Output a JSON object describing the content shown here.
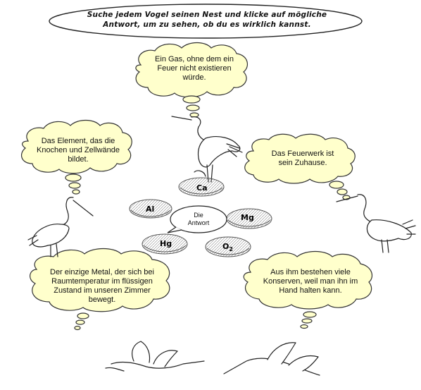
{
  "instruction": {
    "line1": "Suche jedem Vogel seinen Nest und klicke auf mögliche",
    "line2": "Antwort, um zu sehen, ob du es wirklich kannst."
  },
  "clues": {
    "top": {
      "l1": "Ein Gas, ohne dem ein",
      "l2": "Feuer nicht existieren",
      "l3": "würde."
    },
    "left": {
      "l1": "Das Element, das die",
      "l2": "Knochen und Zellwände",
      "l3": "bildet."
    },
    "right": {
      "l1": "Das Feuerwerk ist",
      "l2": "sein Zuhause."
    },
    "bottom_left": {
      "l1": "Der einzige Metal, der sich bei",
      "l2": "Raumtemperatur im flüssigen",
      "l3": "Zustand im unseren Zimmer",
      "l4": "bewegt."
    },
    "bottom_right": {
      "l1": "Aus ihm bestehen viele",
      "l2": "Konserven, weil man ihn im",
      "l3": "Hand halten kann."
    }
  },
  "answer": {
    "l1": "Die",
    "l2": "Antwort"
  },
  "nests": {
    "ca": "Ca",
    "al": "Al",
    "mg": "Mg",
    "hg": "Hg",
    "o2": "O",
    "o2_sub": "2"
  }
}
